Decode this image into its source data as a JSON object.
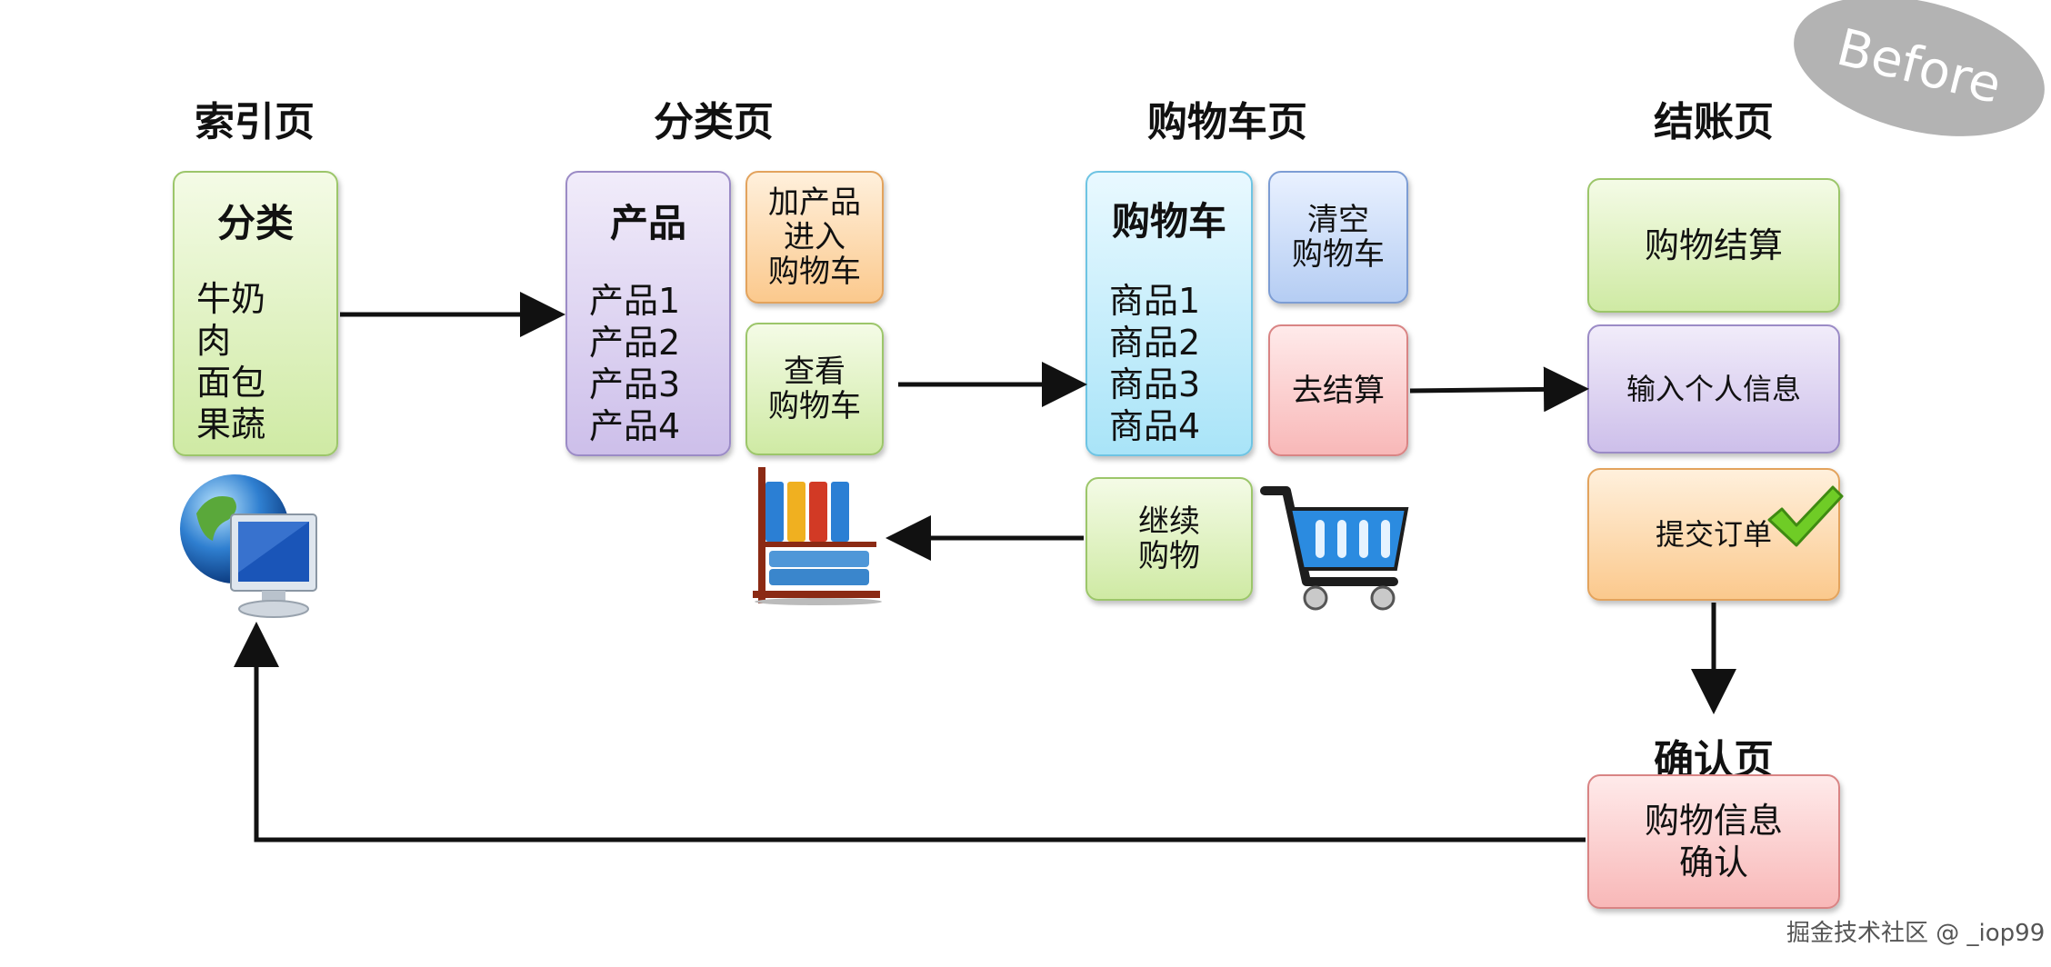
{
  "badge": "Before",
  "watermark": "掘金技术社区 @ _iop99",
  "sections": {
    "index": "索引页",
    "category": "分类页",
    "cart": "购物车页",
    "checkout": "结账页",
    "confirm": "确认页"
  },
  "index_box": {
    "title": "分类",
    "items": [
      "牛奶",
      "肉",
      "面包",
      "果蔬"
    ]
  },
  "product_box": {
    "title": "产品",
    "items": [
      "产品1",
      "产品2",
      "产品3",
      "产品4"
    ]
  },
  "add_to_cart": "加产品\n进入\n购物车",
  "view_cart": "查看\n购物车",
  "cart_box": {
    "title": "购物车",
    "items": [
      "商品1",
      "商品2",
      "商品3",
      "商品4"
    ]
  },
  "clear_cart": "清空\n购物车",
  "go_checkout": "去结算",
  "continue_shopping": "继续\n购物",
  "checkout_steps": [
    "购物结算",
    "输入个人信息",
    "提交订单"
  ],
  "confirm_box": "购物信息\n确认",
  "colors": {
    "green": "#cfeaa4",
    "purple": "#cdbfea",
    "orange": "#fbc98d",
    "blue": "#a9e4f8",
    "red": "#f8b8b8",
    "arrow": "#111111"
  }
}
